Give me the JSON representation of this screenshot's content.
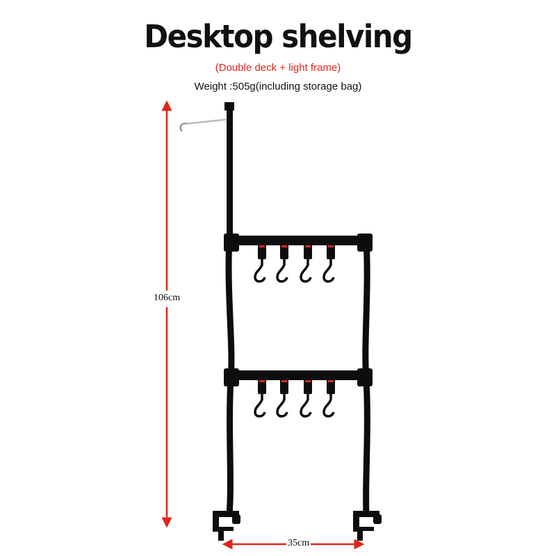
{
  "header": {
    "title": "Desktop shelving",
    "subtitle": "(Double deck + light frame)",
    "weight": "Weight :505g(including storage bag)"
  },
  "dimensions": {
    "height_label": "106cm",
    "width_label": "35cm"
  },
  "product": {
    "tiers": 2,
    "hooks_per_tier": 4,
    "clamps": 2
  },
  "colors": {
    "frame": "#0d0d0d",
    "dimension_arrow": "#e0251b",
    "hook_accent": "#e0251b",
    "lantern_arm": "#bbbbbb"
  }
}
